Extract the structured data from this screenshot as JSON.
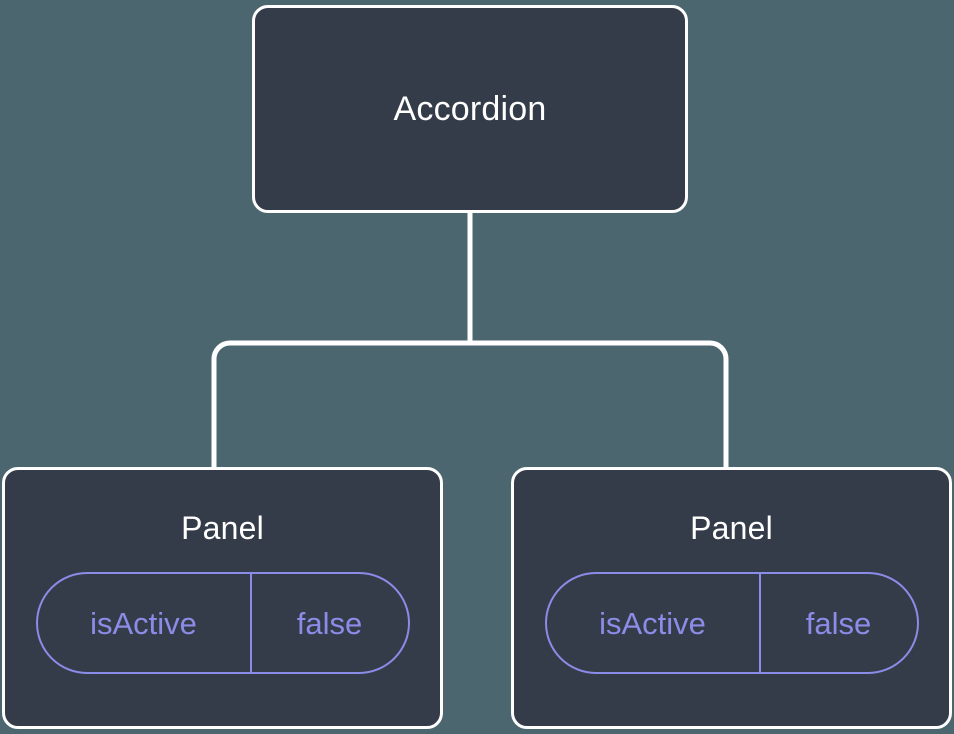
{
  "diagram": {
    "background_color": "#4c666f",
    "node_fill_color": "#353c49",
    "node_border_color": "#ffffff",
    "edge_color": "#ffffff",
    "prop_accent_color": "#8b8ce8",
    "root": {
      "title": "Accordion"
    },
    "children": [
      {
        "title": "Panel",
        "props": [
          {
            "key": "isActive",
            "value": "false"
          }
        ]
      },
      {
        "title": "Panel",
        "props": [
          {
            "key": "isActive",
            "value": "false"
          }
        ]
      }
    ]
  }
}
